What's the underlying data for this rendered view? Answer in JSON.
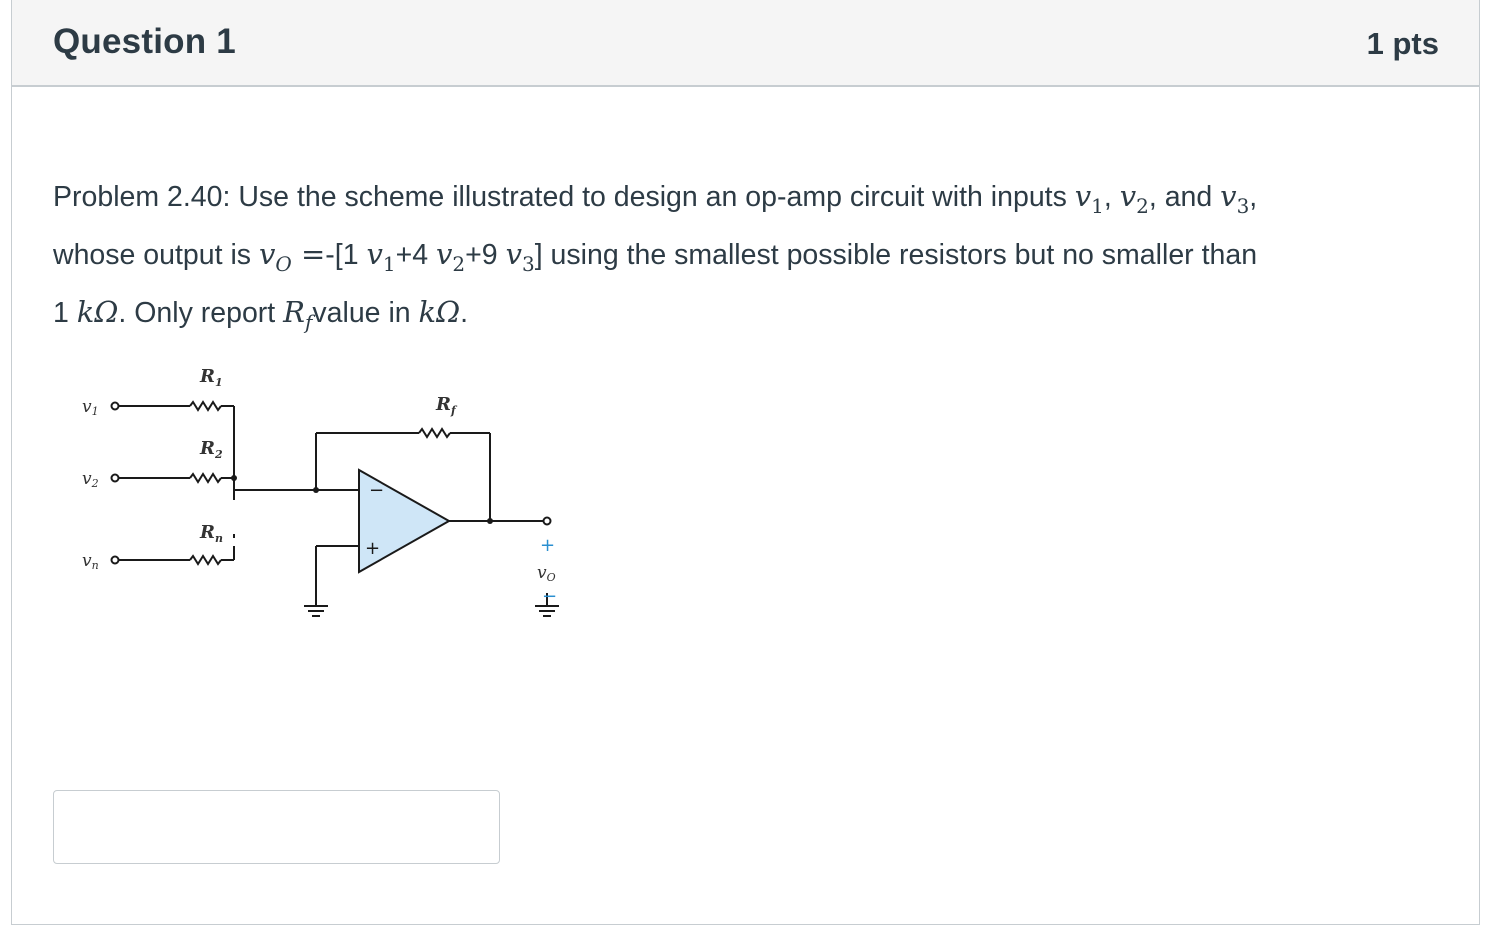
{
  "question": {
    "title": "Question 1",
    "points": "1 pts"
  },
  "problem": {
    "intro": "Problem 2.40: Use the scheme illustrated to design an op-amp circuit with inputs ",
    "v_sym": "v",
    "sub1": "1",
    "sub2": "2",
    "sub3": "3",
    "sep1": ", ",
    "sep2": ", and ",
    "sep3": ",",
    "line2_a": " whose output is ",
    "vo_sub": "O",
    "eq": " =",
    "bracket_open": "-[1 ",
    "plus4": "+4 ",
    "plus9": "+9 ",
    "bracket_close": "] using the smallest possible resistors but no smaller than",
    "one": "1 ",
    "kohm": "kΩ",
    "only_report": ". Only report  ",
    "R_sym": "R",
    "rf_sub": "f",
    "value_in": "value in ",
    "period": "."
  },
  "circuit": {
    "labels": {
      "v1": "v",
      "v1_sub": "1",
      "v2": "v",
      "v2_sub": "2",
      "vn": "v",
      "vn_sub": "n",
      "R1": "R",
      "R1_sub": "1",
      "R2": "R",
      "R2_sub": "2",
      "Rn": "R",
      "Rn_sub": "n",
      "Rf": "R",
      "Rf_sub": "f",
      "minus": "−",
      "plus": "+",
      "vo": "v",
      "vo_sub": "O",
      "out_plus": "+",
      "out_minus": "−"
    },
    "colors": {
      "wire": "#1a1a1a",
      "opamp_fill": "#cfe6f7",
      "label": "#333333"
    }
  },
  "answer": {
    "value": "",
    "placeholder": ""
  }
}
